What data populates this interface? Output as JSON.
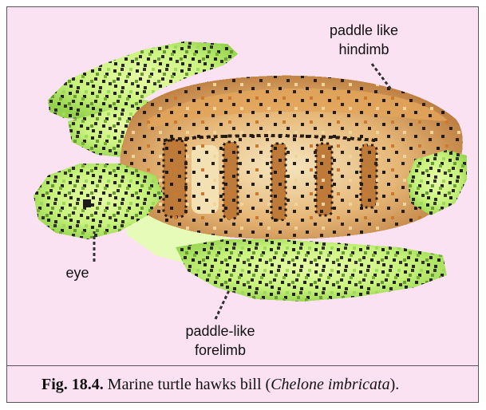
{
  "labels": {
    "hindlimb_line1": "paddle like",
    "hindlimb_line2": "hindimb",
    "eye": "eye",
    "forelimb_line1": "paddle-like",
    "forelimb_line2": "forelimb"
  },
  "caption": {
    "number": "Fig. 18.4.",
    "text_before": " Marine turtle hawks bill (",
    "species": "Chelone imbricata",
    "text_after": ")."
  },
  "colors": {
    "background": "#fbe2f3",
    "flipper_green": "#c8f27c",
    "shell_brown": "#d39650"
  }
}
